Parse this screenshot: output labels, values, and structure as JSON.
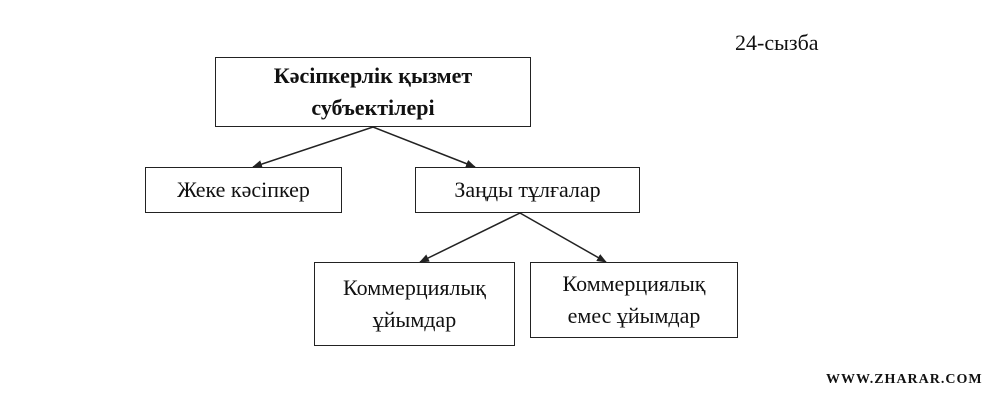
{
  "figure_label": "24-сызба",
  "nodes": {
    "root": "Кәсіпкерлік қызмет\nсубъектілері",
    "individual": "Жеке кәсіпкер",
    "legal": "Заңды тұлғалар",
    "commercial": "Коммерциялық\nұйымдар",
    "noncommercial": "Коммерциялық\nемес ұйымдар"
  },
  "watermark": "WWW.ZHARAR.COM"
}
